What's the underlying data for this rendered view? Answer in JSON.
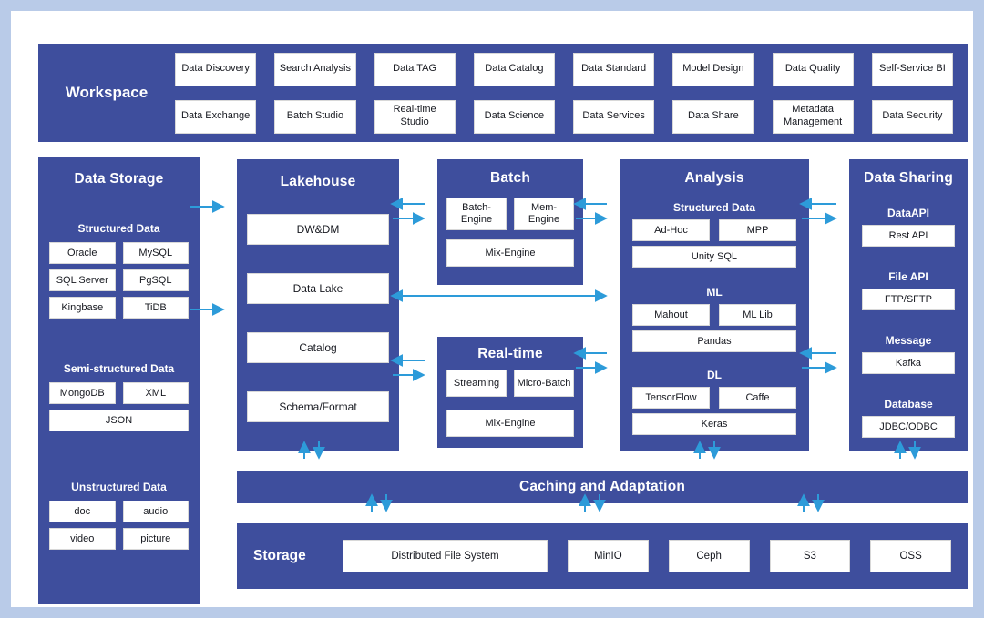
{
  "colors": {
    "panel": "#3e4e9d",
    "arrow": "#2d9bd9",
    "frame": "#b9cbe8",
    "box_bg": "#ffffff"
  },
  "workspace": {
    "title": "Workspace",
    "row1": [
      "Data Discovery",
      "Search Analysis",
      "Data TAG",
      "Data Catalog",
      "Data Standard",
      "Model Design",
      "Data Quality",
      "Self-Service BI"
    ],
    "row2": [
      "Data Exchange",
      "Batch Studio",
      "Real-time Studio",
      "Data Science",
      "Data Services",
      "Data Share",
      "Metadata Management",
      "Data Security"
    ]
  },
  "data_storage": {
    "title": "Data Storage",
    "sections": [
      {
        "title": "Structured Data",
        "items": [
          "Oracle",
          "MySQL",
          "SQL Server",
          "PgSQL",
          "Kingbase",
          "TiDB"
        ]
      },
      {
        "title": "Semi-structured Data",
        "items": [
          "MongoDB",
          "XML",
          "JSON"
        ]
      },
      {
        "title": "Unstructured Data",
        "items": [
          "doc",
          "audio",
          "video",
          "picture"
        ]
      }
    ]
  },
  "lakehouse": {
    "title": "Lakehouse",
    "items": [
      "DW&DM",
      "Data Lake",
      "Catalog",
      "Schema/Format"
    ]
  },
  "batch": {
    "title": "Batch",
    "row": [
      "Batch-Engine",
      "Mem-Engine"
    ],
    "full": "Mix-Engine"
  },
  "realtime": {
    "title": "Real-time",
    "row": [
      "Streaming",
      "Micro-Batch"
    ],
    "full": "Mix-Engine"
  },
  "analysis": {
    "title": "Analysis",
    "groups": [
      {
        "title": "Structured Data",
        "row": [
          "Ad-Hoc",
          "MPP"
        ],
        "full": "Unity SQL"
      },
      {
        "title": "ML",
        "row": [
          "Mahout",
          "ML Lib"
        ],
        "full": "Pandas"
      },
      {
        "title": "DL",
        "row": [
          "TensorFlow",
          "Caffe"
        ],
        "full": "Keras"
      }
    ]
  },
  "data_sharing": {
    "title": "Data Sharing",
    "groups": [
      {
        "title": "DataAPI",
        "item": "Rest API"
      },
      {
        "title": "File API",
        "item": "FTP/SFTP"
      },
      {
        "title": "Message",
        "item": "Kafka"
      },
      {
        "title": "Database",
        "item": "JDBC/ODBC"
      }
    ]
  },
  "caching": {
    "title": "Caching and Adaptation"
  },
  "storage": {
    "title": "Storage",
    "items": [
      "Distributed File System",
      "MinIO",
      "Ceph",
      "S3",
      "OSS"
    ]
  }
}
